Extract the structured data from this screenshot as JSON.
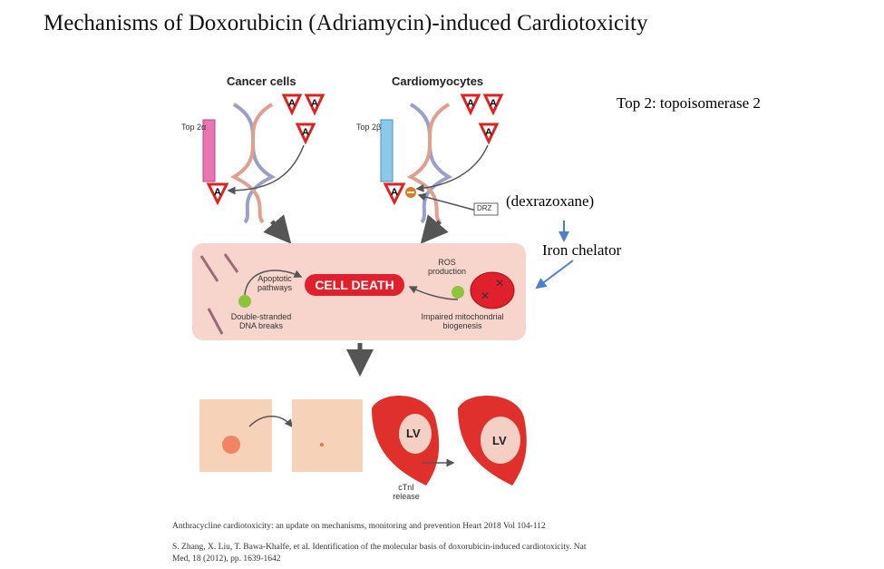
{
  "title": "Mechanisms of Doxorubicin (Adriamycin)-induced Cardiotoxicity",
  "note": "Top 2: topoisomerase 2",
  "diagram": {
    "cancer_cells": "Cancer cells",
    "cardiomyocytes": "Cardiomyocytes",
    "top2a": "Top 2α",
    "top2b": "Top 2β",
    "drug_letter": "A",
    "drz": "DRZ",
    "dexrazoxane": "(dexrazoxane)",
    "iron_chelator": "Iron chelator",
    "apoptotic": "Apoptotic pathways",
    "cell_death": "CELL DEATH",
    "ros": "ROS production",
    "dna_breaks_1": "Double-stranded",
    "dna_breaks_2": "DNA breaks",
    "mito_1": "Impaired mitochondrial",
    "mito_2": "biogenesis",
    "lv": "LV",
    "ctni_1": "cTnI",
    "ctni_2": "release"
  },
  "references": [
    "Anthracycline cardiotoxicity: an update on mechanisms, monitoring and prevention  Heart 2018 Vol 104-112",
    "S. Zhang, X. Liu, T. Bawa-Khalfe, et al. Identification of the molecular basis of doxorubicin-induced cardiotoxicity. Nat",
    "Med, 18 (2012), pp. 1639-1642"
  ]
}
